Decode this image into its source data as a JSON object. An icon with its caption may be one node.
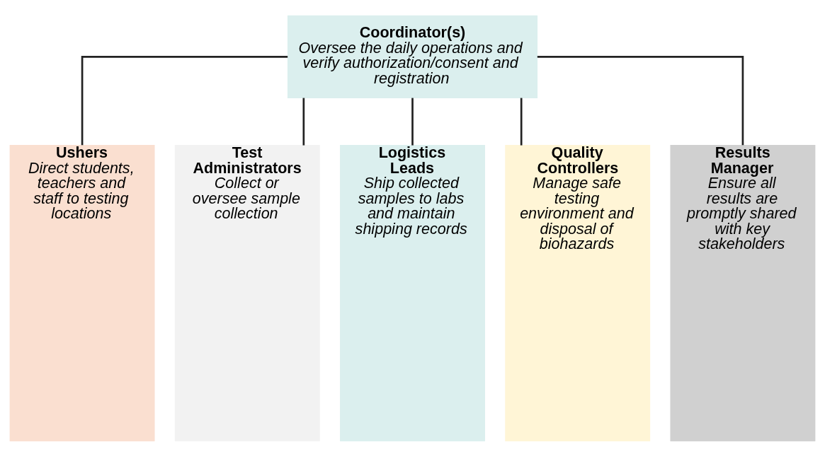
{
  "diagram": {
    "nodes": [
      {
        "text": [
          "Coordinator(s)",
          "Oversee the daily operations and verify authorization/consent and registration"
        ]
      },
      {
        "text": [
          "Ushers",
          "Direct students, teachers and staff to testing locations"
        ]
      },
      {
        "text": [
          "Test Administrators",
          "Collect or oversee sample collection"
        ]
      },
      {
        "text": [
          "Logistics Leads",
          "Ship collected samples to labs and maintain shipping records"
        ]
      },
      {
        "text": [
          "Quality Controllers",
          "Manage safe testing environment and disposal of biohazards"
        ]
      },
      {
        "text": [
          "Results Manager",
          "Ensure all results are promptly shared with key stakeholders"
        ]
      }
    ],
    "edges": [
      {
        "from": 0,
        "to": 1,
        "arrow": "none"
      },
      {
        "from": 0,
        "to": 2,
        "arrow": "none"
      },
      {
        "from": 0,
        "to": 3,
        "arrow": "none"
      },
      {
        "from": 0,
        "to": 4,
        "arrow": "none"
      },
      {
        "from": 0,
        "to": 5,
        "arrow": "none"
      }
    ]
  }
}
